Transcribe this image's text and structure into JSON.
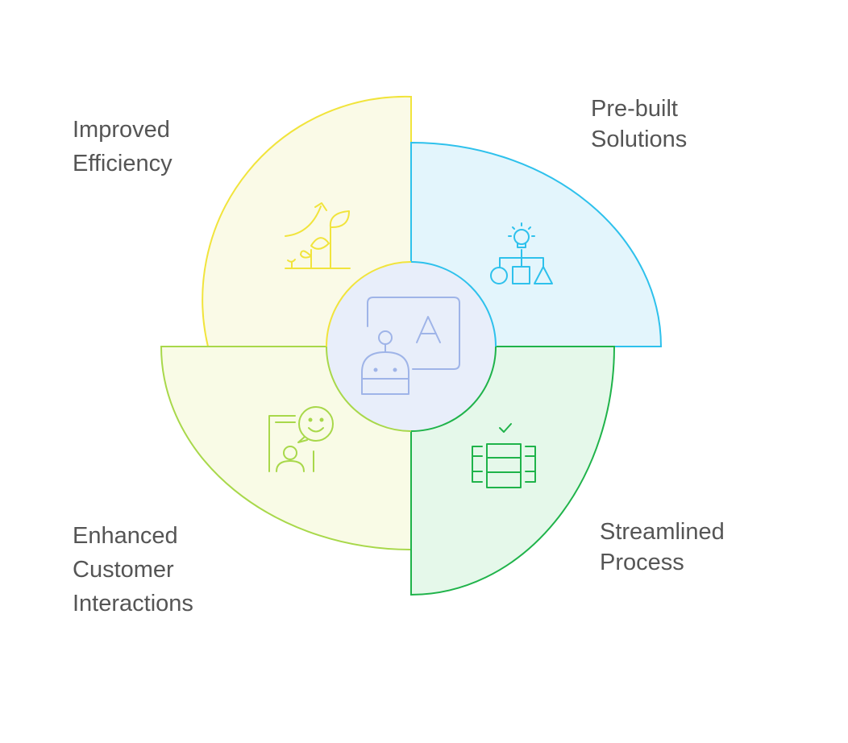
{
  "segments": [
    {
      "id": "prebuilt",
      "lines": [
        "Pre-built",
        "Solutions"
      ],
      "fill": "#E3F5FC",
      "stroke": "#2EC1EC",
      "icon": "lightbulb-shapes-icon"
    },
    {
      "id": "streamlined",
      "lines": [
        "Streamlined",
        "Process"
      ],
      "fill": "#E5F8EA",
      "stroke": "#1FB34A",
      "icon": "server-check-icon"
    },
    {
      "id": "customer",
      "lines": [
        "Enhanced",
        "Customer",
        "Interactions"
      ],
      "fill": "#F9FBE6",
      "stroke": "#A8D84A",
      "icon": "chat-smiley-person-icon"
    },
    {
      "id": "efficiency",
      "lines": [
        "Improved",
        "Efficiency"
      ],
      "fill": "#FAFAE7",
      "stroke": "#F1E43C",
      "icon": "growth-plant-icon"
    }
  ],
  "center": {
    "fill": "#E8EEFA",
    "icon": "ai-robot-icon",
    "icon_color": "#9FB4E8"
  }
}
